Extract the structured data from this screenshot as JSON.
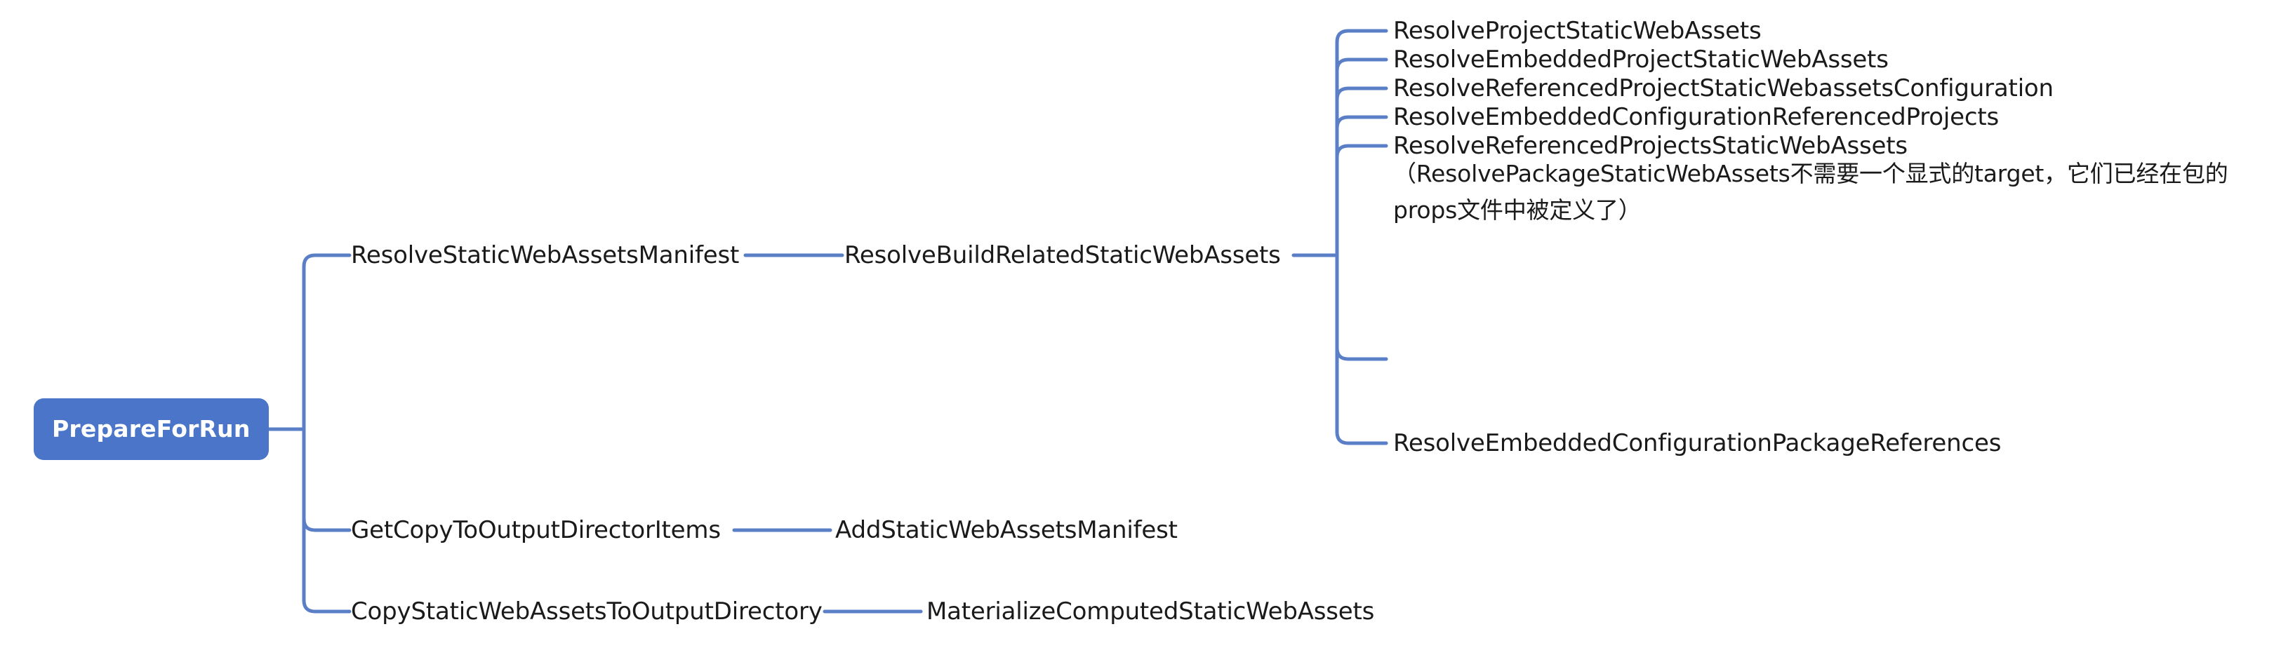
{
  "diagram": {
    "title": "PrepareForRun target tree",
    "type": "mindmap",
    "colors": {
      "root_fill": "#4b75c8",
      "root_text": "#ffffff",
      "connector": "#5b7fc7",
      "node_text": "#1a1a1a",
      "background": "#ffffff"
    },
    "root": {
      "label": "PrepareForRun"
    },
    "branches": [
      {
        "label": "ResolveStaticWebAssetsManifest",
        "child": {
          "label": "ResolveBuildRelatedStaticWebAssets",
          "leaves": [
            {
              "label": "ResolveProjectStaticWebAssets"
            },
            {
              "label": "ResolveEmbeddedProjectStaticWebAssets"
            },
            {
              "label": "ResolveReferencedProjectStaticWebassetsConfiguration"
            },
            {
              "label": "ResolveEmbeddedConfigurationReferencedProjects"
            },
            {
              "label": "ResolveReferencedProjectsStaticWebAssets"
            },
            {
              "label": "（ResolvePackageStaticWebAssets不需要一个显式的target，它们已经在包的props文件中被定义了）"
            },
            {
              "label": "ResolveEmbeddedConfigurationPackageReferences"
            }
          ]
        }
      },
      {
        "label": "GetCopyToOutputDirectorItems",
        "child": {
          "label": "AddStaticWebAssetsManifest",
          "leaves": []
        }
      },
      {
        "label": "CopyStaticWebAssetsToOutputDirectory",
        "child": {
          "label": "MaterializeComputedStaticWebAssets",
          "leaves": []
        }
      }
    ]
  }
}
